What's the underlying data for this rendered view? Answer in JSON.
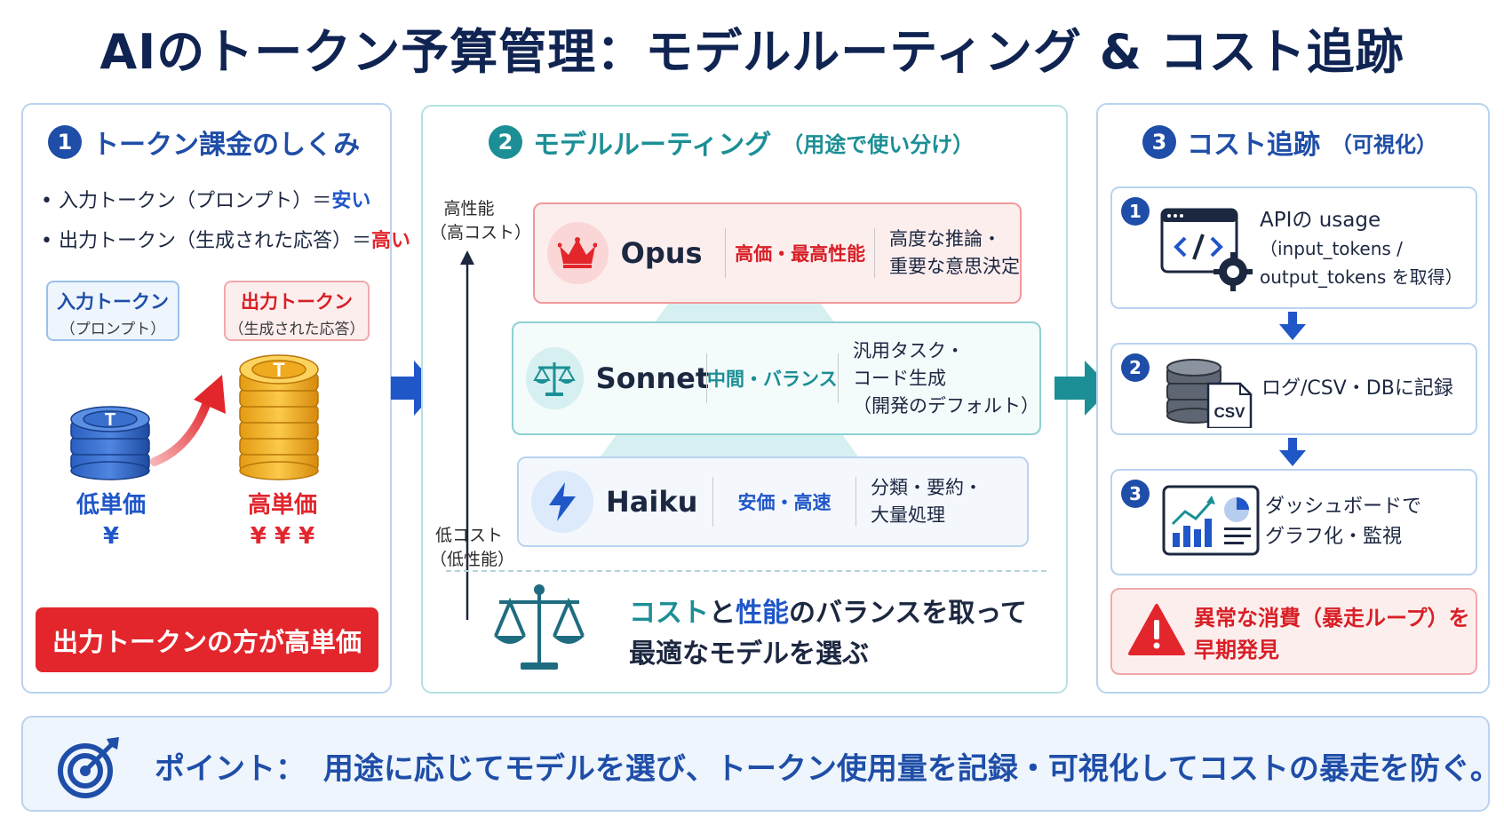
{
  "title": "AIのトークン予算管理：モデルルーティング & コスト追跡",
  "colors": {
    "navy": "#102452",
    "blue": "#1f56c8",
    "teal": "#1b8f95",
    "red": "#e2262c",
    "gold": "#f2b01e"
  },
  "panel1": {
    "num": "1",
    "title": "トークン課金のしくみ",
    "bullets": [
      {
        "pre": "• 入力トークン（プロンプト）＝",
        "hl": "安い"
      },
      {
        "pre": "• 出力トークン（生成された応答）＝",
        "hl": "高い"
      }
    ],
    "input_tag": {
      "label": "入力トークン",
      "sub": "（プロンプト）"
    },
    "output_tag": {
      "label": "出力トークン",
      "sub": "（生成された応答）"
    },
    "low": {
      "label": "低単価",
      "price": "¥"
    },
    "high": {
      "label": "高単価",
      "price": "¥ ¥ ¥"
    },
    "coin_icon": "T",
    "bottom_banner": "出力トークンの方が高単価"
  },
  "panel2": {
    "num": "2",
    "title": "モデルルーティング",
    "subtitle": "（用途で使い分け）",
    "axis_top": [
      "高性能",
      "（高コスト）"
    ],
    "axis_bottom": [
      "低コスト",
      "（低性能）"
    ],
    "models": [
      {
        "name": "Opus",
        "desc": "高価・最高性能",
        "use": [
          "高度な推論・",
          "重要な意思決定"
        ],
        "icon": "crown-icon"
      },
      {
        "name": "Sonnet",
        "desc": "中間・バランス",
        "use": [
          "汎用タスク・",
          "コード生成",
          "（開発のデフォルト）"
        ],
        "icon": "balance-icon"
      },
      {
        "name": "Haiku",
        "desc": "安価・高速",
        "use": [
          "分類・要約・",
          "大量処理"
        ],
        "icon": "lightning-icon"
      }
    ],
    "summary_parts": [
      {
        "t": "コスト",
        "hl": true
      },
      {
        "t": "と",
        "hl": false
      },
      {
        "t": "性能",
        "hl": true
      },
      {
        "t": "のバランスを取って",
        "hl": false
      }
    ],
    "summary_line2": "最適なモデルを選ぶ"
  },
  "panel3": {
    "num": "3",
    "title": "コスト追跡",
    "subtitle": "（可視化）",
    "steps": [
      {
        "num": "1",
        "lines": [
          "APIの usage",
          "（input_tokens /",
          "output_tokens を取得）"
        ],
        "icon": "code-window-gear-icon"
      },
      {
        "num": "2",
        "lines": [
          "ログ/CSV・DBに記録"
        ],
        "icon": "database-csv-icon",
        "csv": "CSV"
      },
      {
        "num": "3",
        "lines": [
          "ダッシュボードで",
          "グラフ化・監視"
        ],
        "icon": "dashboard-chart-icon"
      }
    ],
    "alert_lines": [
      "異常な消費（暴走ループ）を",
      "早期発見"
    ]
  },
  "footer": {
    "label": "ポイント：",
    "text": "用途に応じてモデルを選び、トークン使用量を記録・可視化してコストの暴走を防ぐ。"
  }
}
